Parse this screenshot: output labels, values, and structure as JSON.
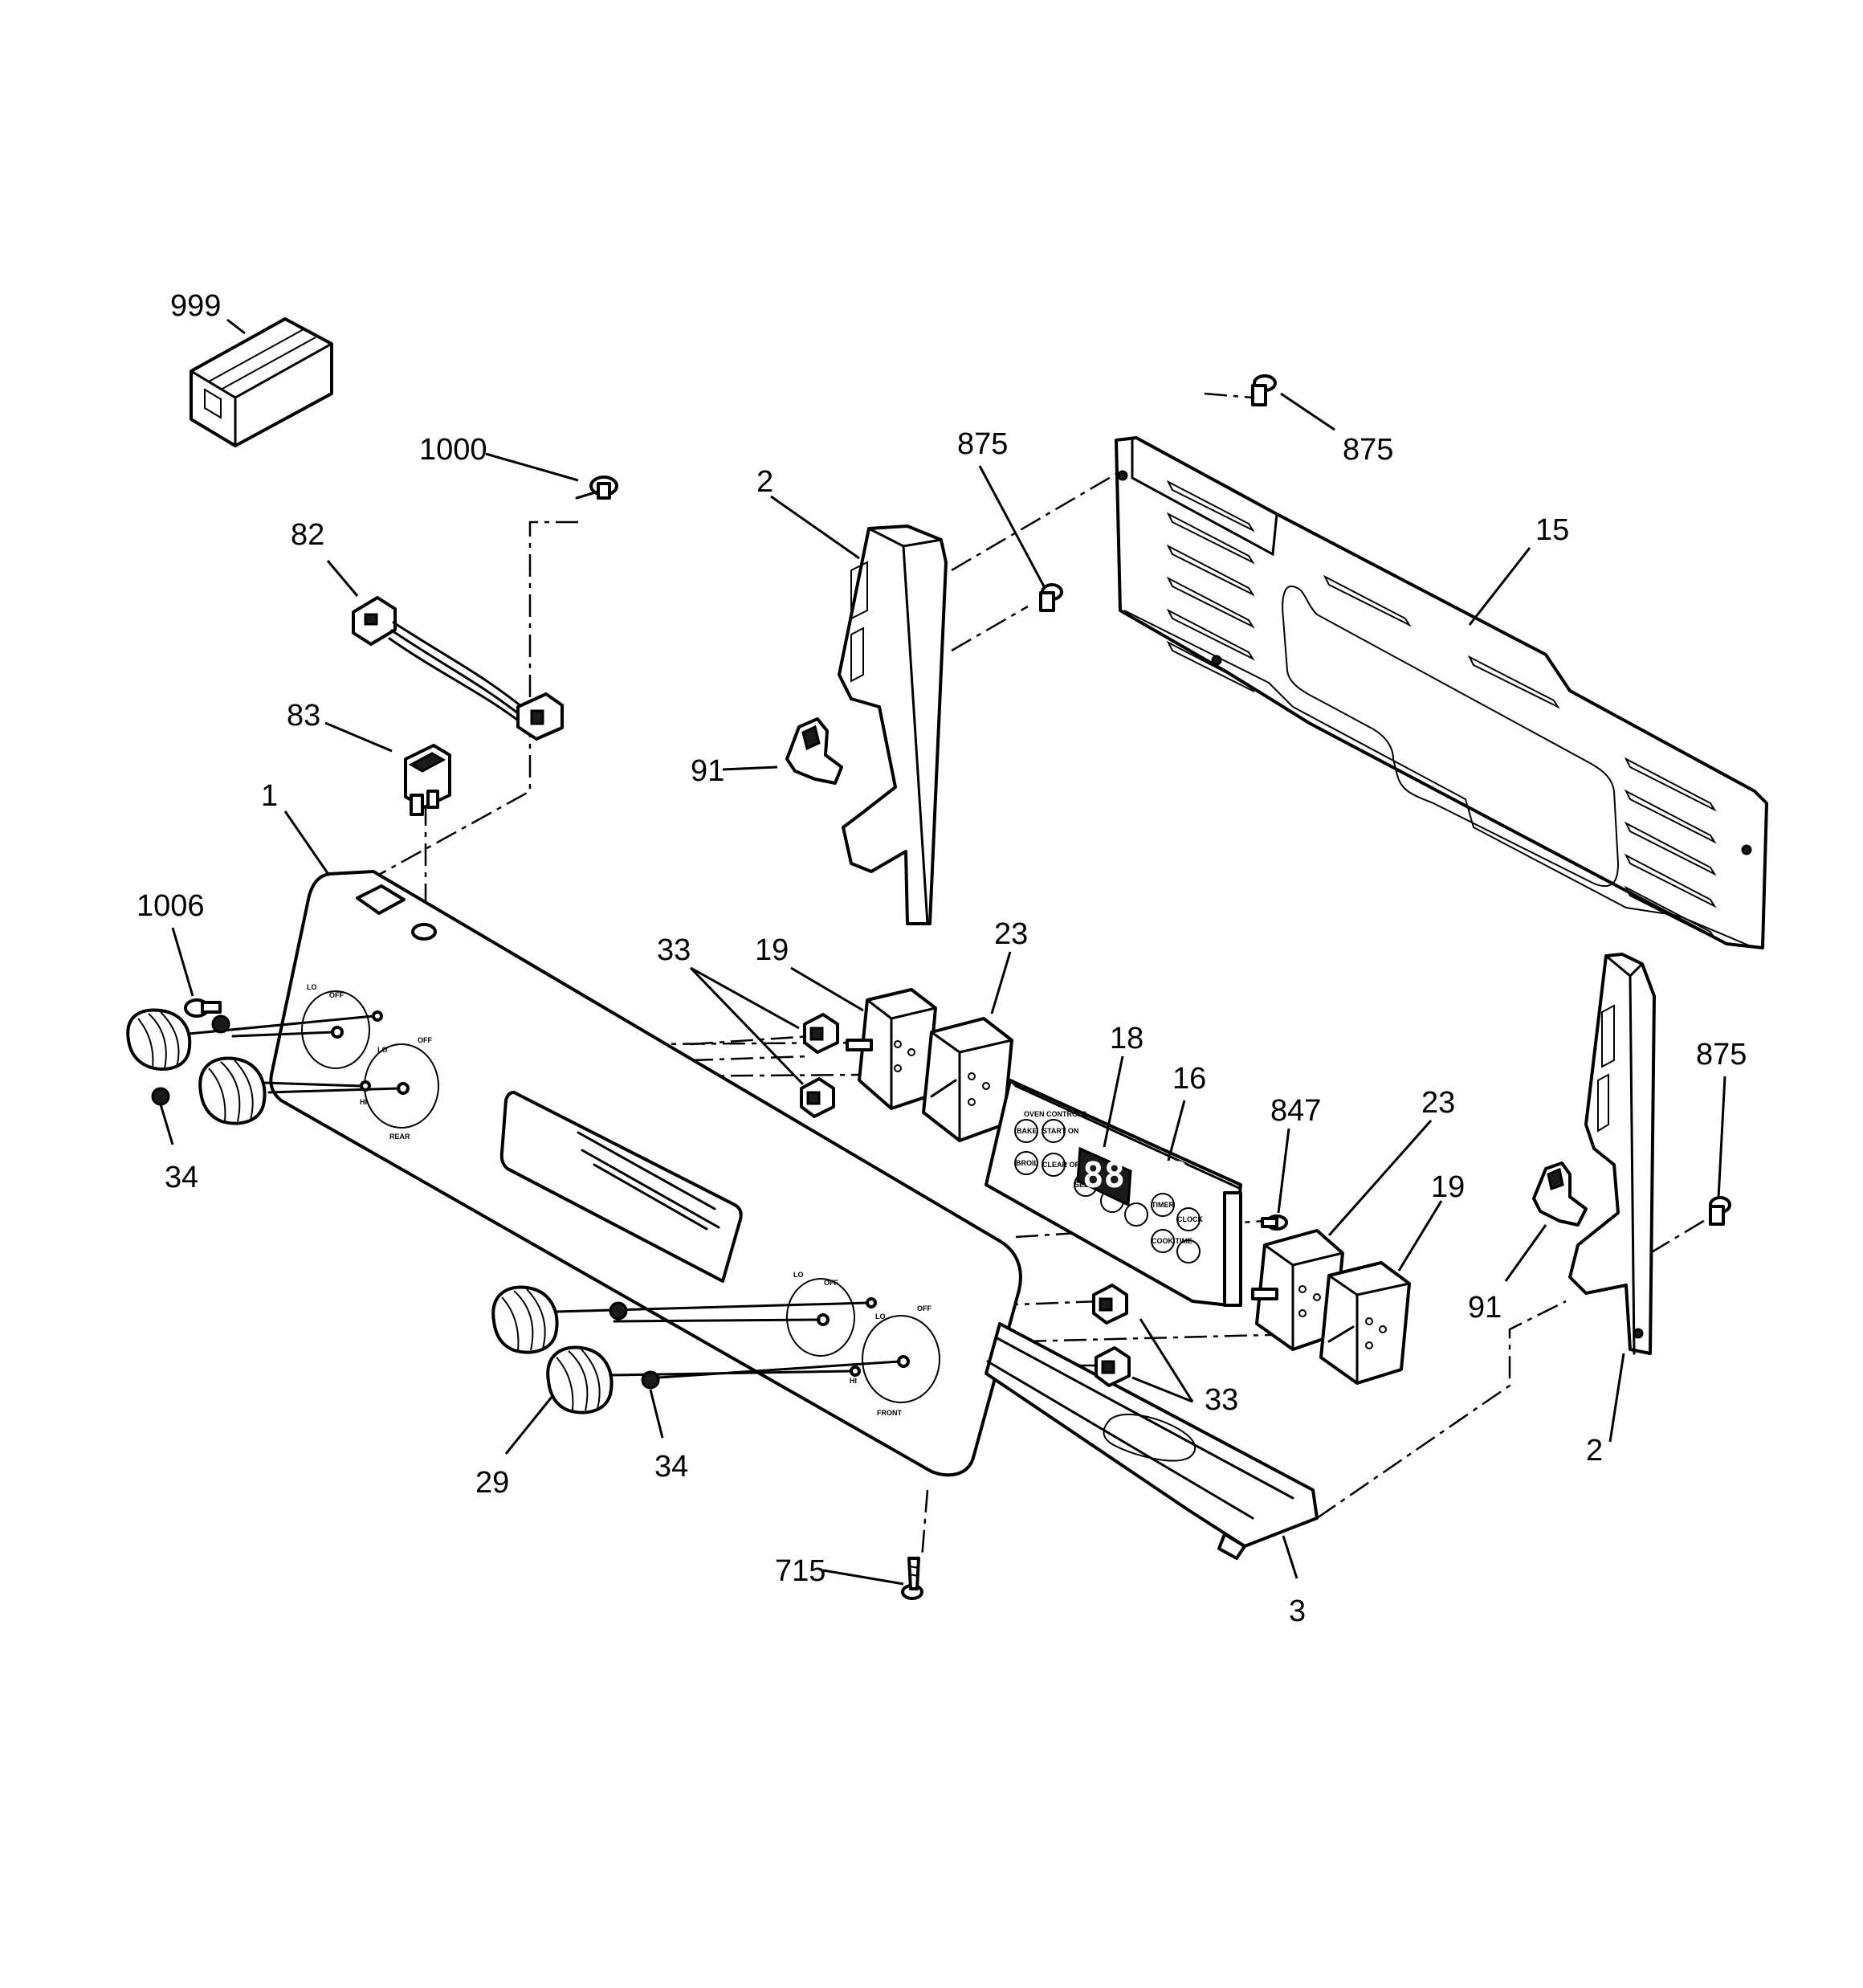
{
  "callouts": {
    "c999": "999",
    "c1000": "1000",
    "c82": "82",
    "c83": "83",
    "c1": "1",
    "c1006": "1006",
    "c34a": "34",
    "c34b": "34",
    "c29": "29",
    "c715": "715",
    "c2a": "2",
    "c875a": "875",
    "c91a": "91",
    "c875b": "875",
    "c15": "15",
    "c33a": "33",
    "c19a": "19",
    "c23a": "23",
    "c18": "18",
    "c16": "16",
    "c847": "847",
    "c23b": "23",
    "c19b": "19",
    "c33b": "33",
    "c3": "3",
    "c91b": "91",
    "c2b": "2",
    "c875c": "875"
  },
  "panel_markings": {
    "lo": "LO",
    "off": "OFF",
    "hi": "HI",
    "rear": "REAR",
    "front": "FRONT"
  },
  "display": {
    "digits": "88:88"
  },
  "keypad": {
    "header": "OVEN CONTROLS",
    "keys": [
      "BAKE",
      "BROIL",
      "CLEAR OFF",
      "START ON",
      "TIMER",
      "CLOCK",
      "SELF CLEAN",
      "COOK TIME"
    ]
  }
}
